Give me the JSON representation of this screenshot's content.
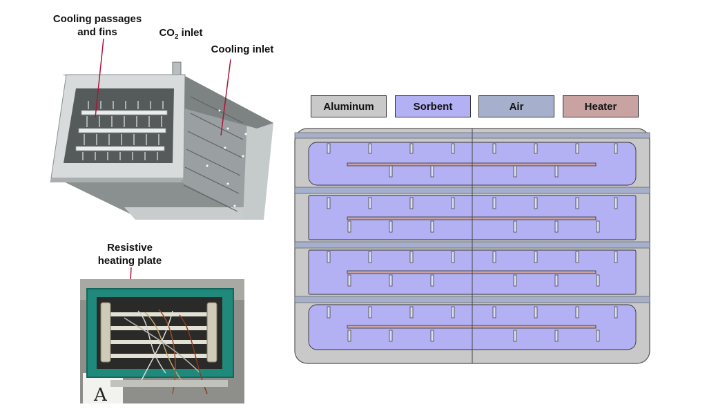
{
  "labels": {
    "cooling_passages": [
      "Cooling passages",
      "and fins"
    ],
    "co2_inlet": {
      "prefix": "CO",
      "sub": "2",
      "suffix": " inlet"
    },
    "cooling_inlet": "Cooling inlet",
    "heating_plate": [
      "Resistive",
      "heating plate"
    ]
  },
  "legend": [
    {
      "label": "Aluminum",
      "color": "#c9c9c9"
    },
    {
      "label": "Sorbent",
      "color": "#b3b1f3"
    },
    {
      "label": "Air",
      "color": "#a6b0cc"
    },
    {
      "label": "Heater",
      "color": "#c9a2a2"
    }
  ],
  "photo": {
    "handwritten_mark": "A"
  },
  "colors": {
    "aluminum": "#c9c9c9",
    "sorbent": "#b3b1f3",
    "air": "#a6b0cc",
    "heater": "#c9a2a2",
    "leader_line": "#b0123a"
  }
}
